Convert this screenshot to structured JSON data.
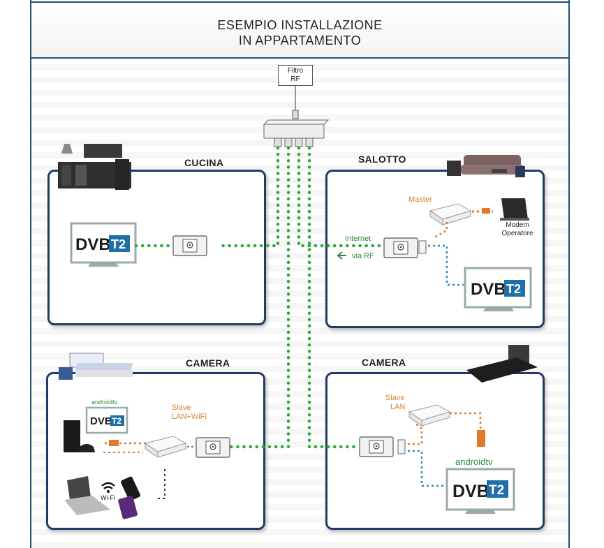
{
  "title": {
    "line1": "ESEMPIO INSTALLAZIONE",
    "line2": "IN APPARTAMENTO"
  },
  "filter": {
    "line1": "Filtro",
    "line2": "RF"
  },
  "rooms": {
    "cucina": {
      "title": "CUCINA"
    },
    "salotto": {
      "title": "SALOTTO",
      "master": "Master",
      "modem_line1": "Modem",
      "modem_line2": "Operatore",
      "internet": "Internet",
      "via_rf": "via RF"
    },
    "camera_left": {
      "title": "CAMERA",
      "slave_line1": "Slave",
      "slave_line2": "LAN+WiFi",
      "wifi": "Wi-Fi",
      "androidtv": "androidtv"
    },
    "camera_right": {
      "title": "CAMERA",
      "slave_line1": "Slave",
      "slave_line2": "LAN",
      "androidtv": "androidtv"
    }
  },
  "tv_logo": {
    "dvb": "DVB",
    "t2": "T2"
  },
  "colors": {
    "frame_blue": "#1f4e79",
    "room_border": "#1f3c66",
    "coax_green": "#2ea83a",
    "lan_orange": "#e07a2a",
    "rf_blue": "#2a8ac9",
    "t2_blue": "#1f6fa8"
  },
  "icons": [
    "kitchen-icon",
    "sofa-icon",
    "bed-icon",
    "tv-icon",
    "router-icon",
    "modem-icon",
    "wall-socket-icon",
    "ethernet-plug-icon",
    "game-console-icon",
    "laptop-icon",
    "smartphone-icon",
    "wifi-icon",
    "splitter-icon"
  ]
}
